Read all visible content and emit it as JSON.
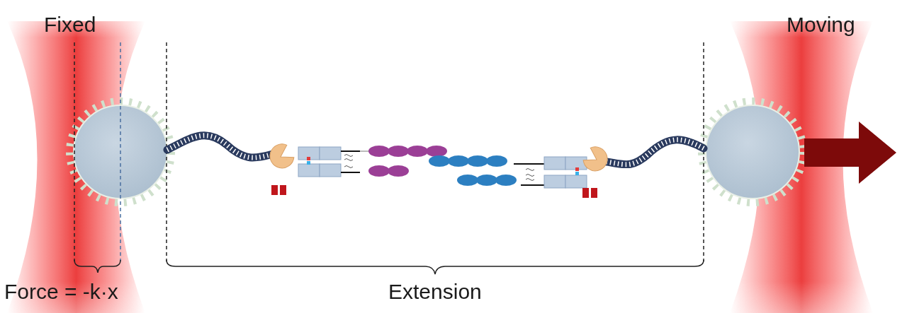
{
  "diagram": {
    "labels": [
      "Fixed",
      "Moving",
      "Force = -k·x",
      "Extension"
    ]
  }
}
